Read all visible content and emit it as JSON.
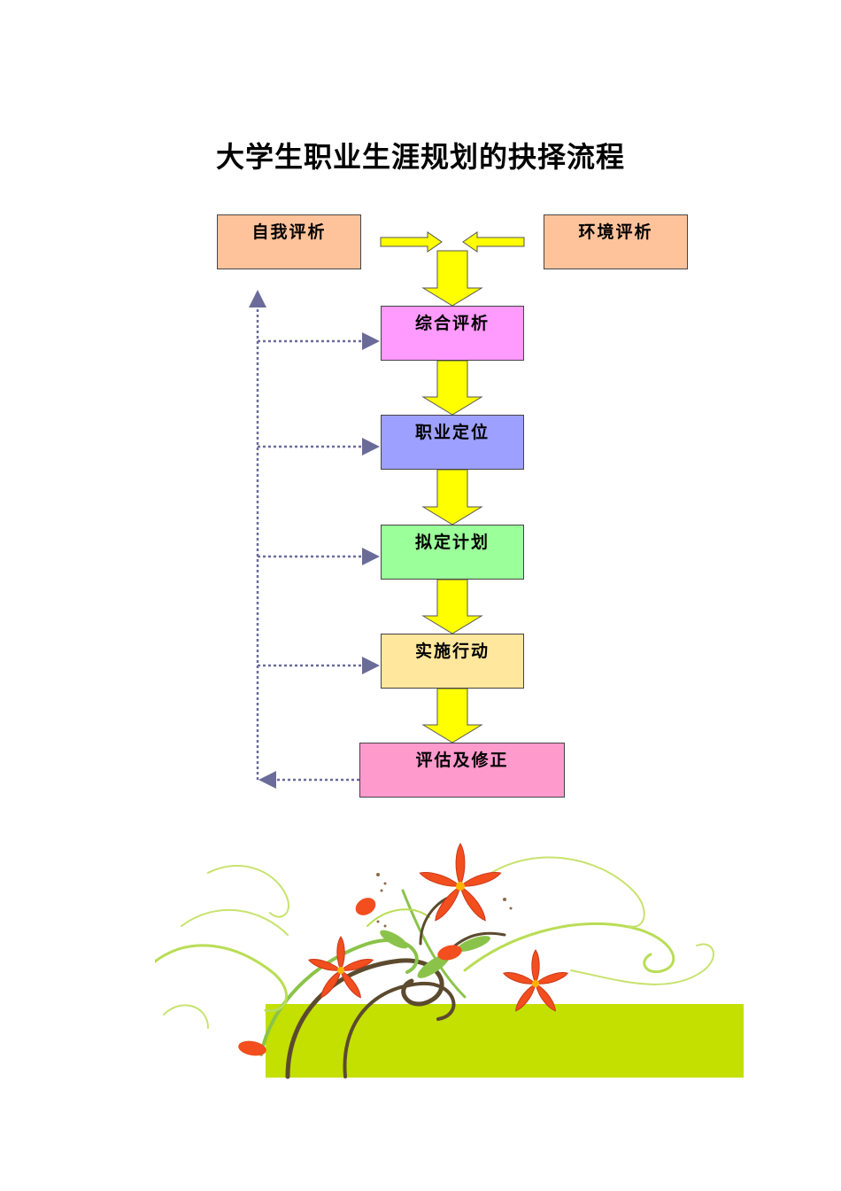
{
  "title": "大学生职业生涯规划的抉择流程",
  "inputs": {
    "self": "自我评析",
    "environment": "环境评析"
  },
  "steps": [
    "综合评析",
    "职业定位",
    "拟定计划",
    "实施行动",
    "评估及修正"
  ],
  "colors": {
    "self_box": "#FFC39B",
    "environment_box": "#FFC39B",
    "step_1": "#FF9AFF",
    "step_2": "#9EA0FF",
    "step_3": "#9BFF9A",
    "step_4": "#FFE79D",
    "step_5": "#FF9ACD",
    "flow_arrow": "#FFFF00",
    "feedback_line": "#6B6B9A"
  }
}
